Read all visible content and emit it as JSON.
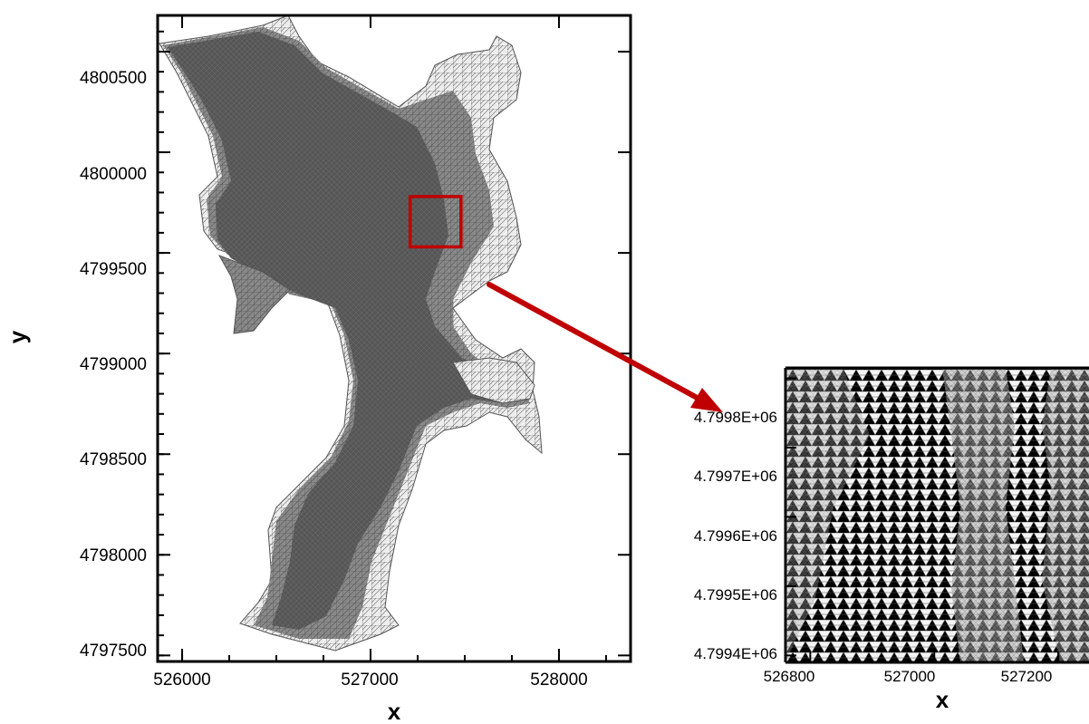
{
  "chart_data": [
    {
      "type": "mesh",
      "xlabel": "x",
      "ylabel": "y",
      "xlim": [
        525870,
        528380
      ],
      "ylim": [
        4797470,
        4800680
      ],
      "xticks": [
        526000,
        527000,
        528000
      ],
      "xtick_labels": [
        "526000",
        "527000",
        "528000"
      ],
      "yticks": [
        4797500,
        4798000,
        4798500,
        4799000,
        4799500,
        4800000,
        4800500
      ],
      "ytick_labels": [
        "4797500",
        "4798000",
        "4798500",
        "4799000",
        "4799500",
        "4800000",
        "4800500"
      ],
      "mesh_color": "#555555",
      "zoom_box": {
        "x": [
          527210,
          527480
        ],
        "y": [
          4799530,
          4799780
        ],
        "color": "#c00000"
      }
    },
    {
      "type": "mesh",
      "xlabel": "x",
      "ylabel": "",
      "xlim": [
        526760,
        527330
      ],
      "ylim": [
        4799390,
        4799815
      ],
      "xticks": [
        526800,
        527000,
        527200
      ],
      "xtick_labels": [
        "526800",
        "527000",
        "527200"
      ],
      "yticks": [
        4799400,
        4799500,
        4799600,
        4799700,
        4799800
      ],
      "ytick_labels": [
        "4.7994E+06",
        "4.7995E+06",
        "4.7996E+06",
        "4.7997E+06",
        "4.7998E+06"
      ],
      "mesh_color": "#444444"
    }
  ],
  "arrow_color": "#c00000"
}
